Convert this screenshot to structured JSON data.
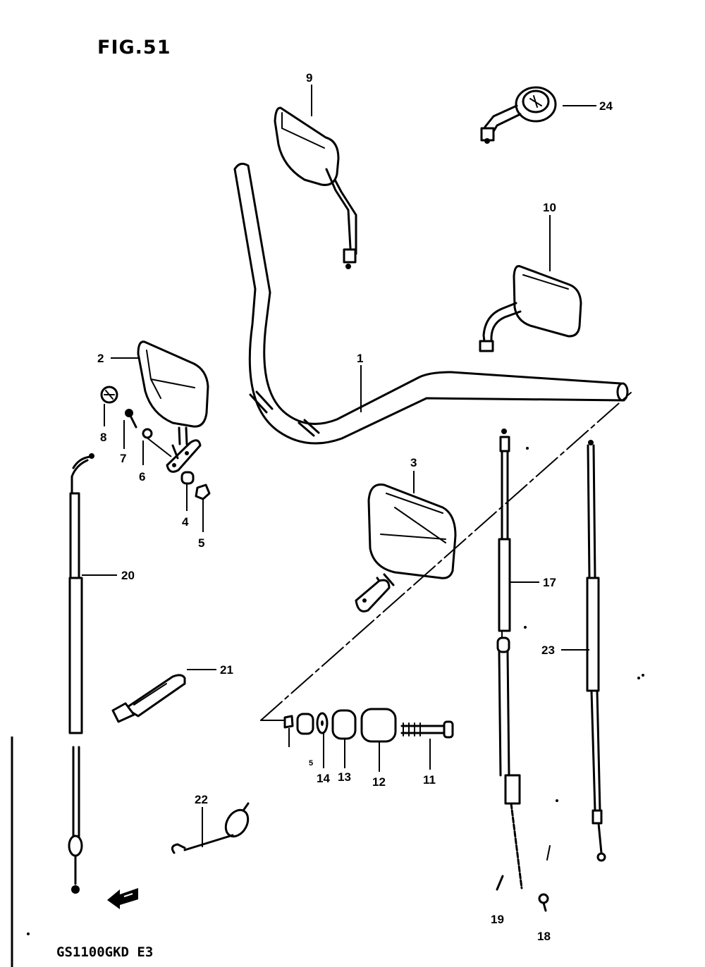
{
  "figure": {
    "title": "FIG.51",
    "code": "GS1100GKD E3"
  },
  "callouts": [
    {
      "id": "1",
      "text": "1"
    },
    {
      "id": "2",
      "text": "2"
    },
    {
      "id": "3",
      "text": "3"
    },
    {
      "id": "4",
      "text": "4"
    },
    {
      "id": "5",
      "text": "5"
    },
    {
      "id": "6",
      "text": "6"
    },
    {
      "id": "7",
      "text": "7"
    },
    {
      "id": "8",
      "text": "8"
    },
    {
      "id": "9",
      "text": "9"
    },
    {
      "id": "10",
      "text": "10"
    },
    {
      "id": "11",
      "text": "11"
    },
    {
      "id": "12",
      "text": "12"
    },
    {
      "id": "13",
      "text": "13"
    },
    {
      "id": "14",
      "text": "14"
    },
    {
      "id": "15",
      "text": "5"
    },
    {
      "id": "17",
      "text": "17"
    },
    {
      "id": "18",
      "text": "18"
    },
    {
      "id": "19",
      "text": "19"
    },
    {
      "id": "20",
      "text": "20"
    },
    {
      "id": "21",
      "text": "21"
    },
    {
      "id": "22",
      "text": "22"
    },
    {
      "id": "23",
      "text": "23"
    },
    {
      "id": "24",
      "text": "24"
    }
  ],
  "direction_arrow_icon": "arrow-left-icon"
}
